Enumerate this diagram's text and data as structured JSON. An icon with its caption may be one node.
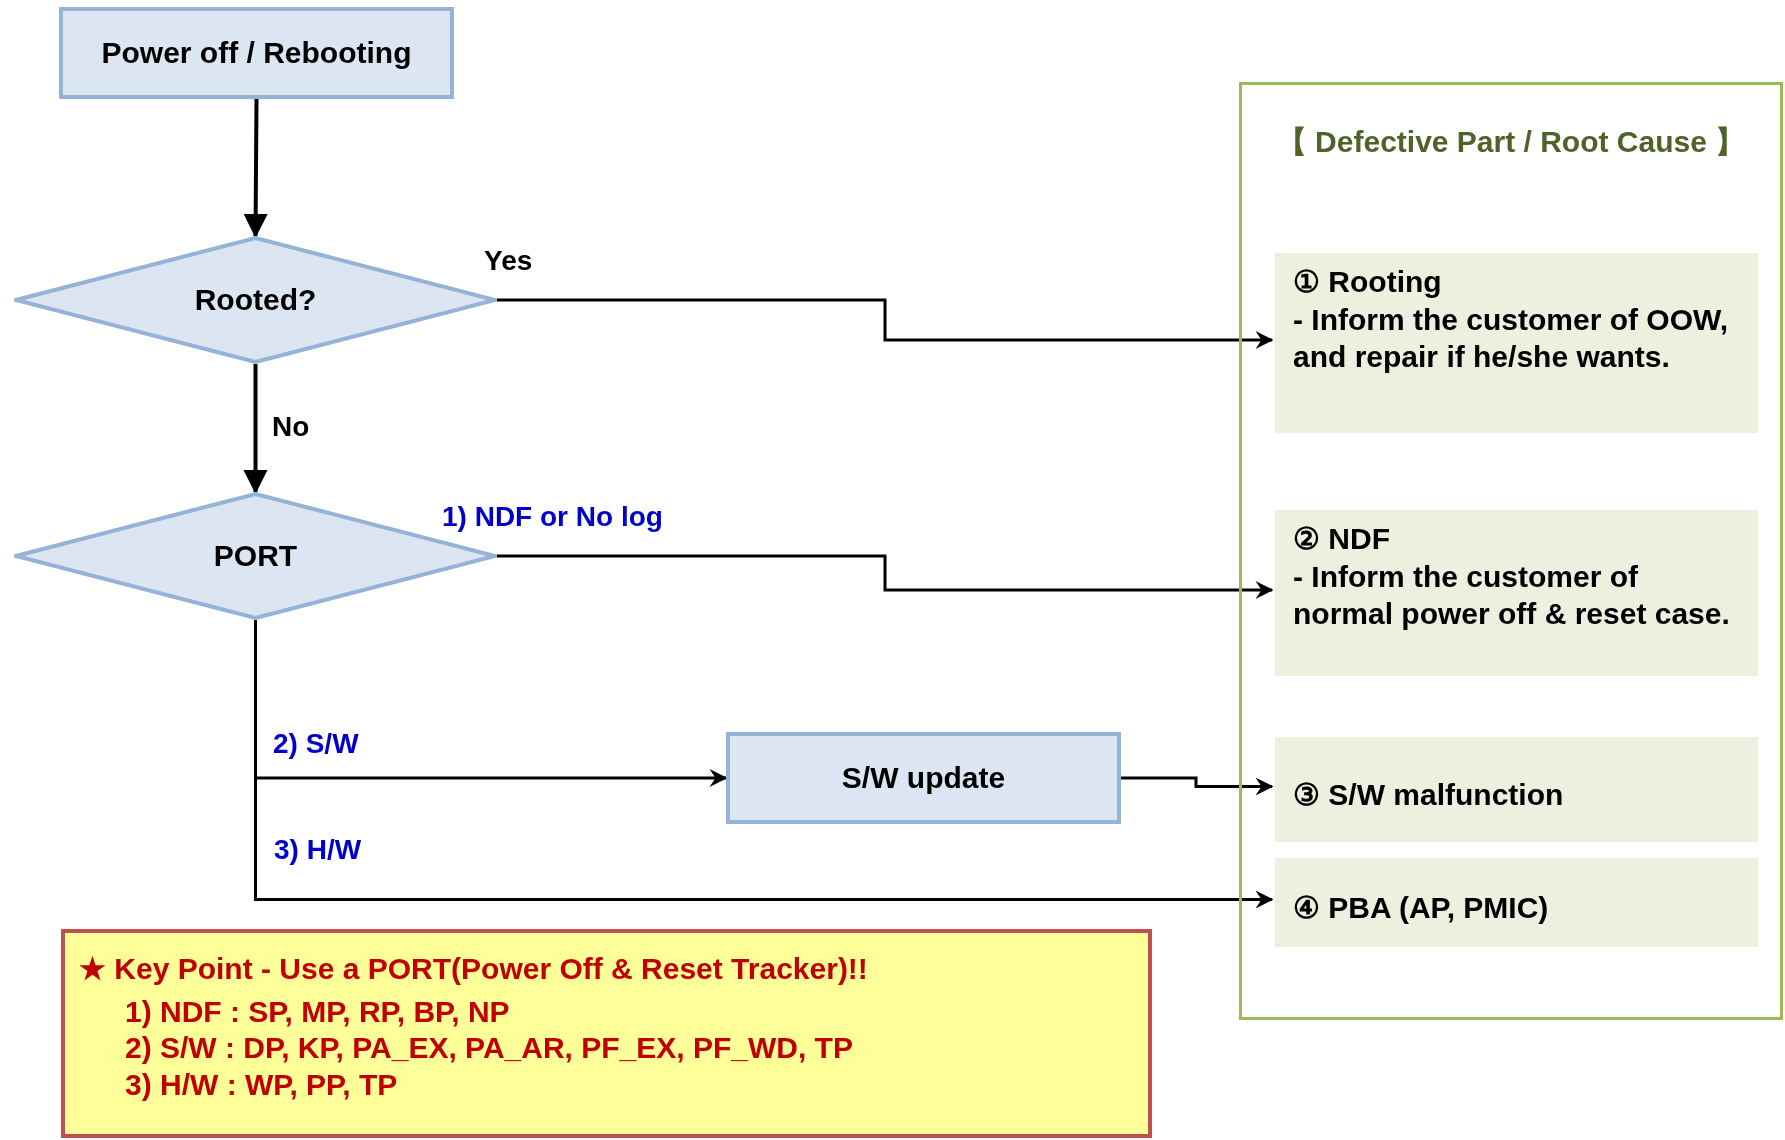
{
  "diagram": {
    "nodes": [
      {
        "text": [
          "Power off / Rebooting"
        ]
      },
      {
        "text": [
          "Rooted?"
        ]
      },
      {
        "text": [
          "PORT"
        ]
      },
      {
        "text": [
          "【 Defective Part / Root Cause 】"
        ]
      },
      {
        "text": [
          "① Rooting",
          "- Inform the customer of OOW, and repair if he/she wants."
        ],
        "in": 3
      },
      {
        "text": [
          "② NDF",
          "- Inform the customer of normal power off & reset case."
        ],
        "in": 3
      },
      {
        "text": [
          "S/W update"
        ]
      },
      {
        "text": [
          "③ S/W malfunction"
        ],
        "in": 3
      },
      {
        "text": [
          "④ PBA (AP, PMIC)"
        ],
        "in": 3
      },
      {
        "text": [
          "★ Key Point - Use a PORT(Power Off & Reset Tracker)!!",
          "1) NDF : SP, MP, RP, BP, NP",
          "2) S/W : DP, KP, PA_EX, PA_AR, PF_EX, PF_WD, TP",
          "3) H/W : WP, PP, TP"
        ]
      }
    ],
    "edges": [
      {
        "from": 0,
        "to": 1,
        "arrow": "to"
      },
      {
        "from": 1,
        "to": 4,
        "arrow": "to",
        "label": "Yes"
      },
      {
        "from": 1,
        "to": 2,
        "arrow": "to",
        "label": "No"
      },
      {
        "from": 2,
        "to": 5,
        "arrow": "to",
        "label": "1) NDF or No log"
      },
      {
        "from": 2,
        "to": 6,
        "arrow": "to",
        "label": "2) S/W"
      },
      {
        "from": 6,
        "to": 7,
        "arrow": "to"
      },
      {
        "from": 2,
        "to": 8,
        "arrow": "to",
        "label": "3) H/W"
      }
    ]
  }
}
